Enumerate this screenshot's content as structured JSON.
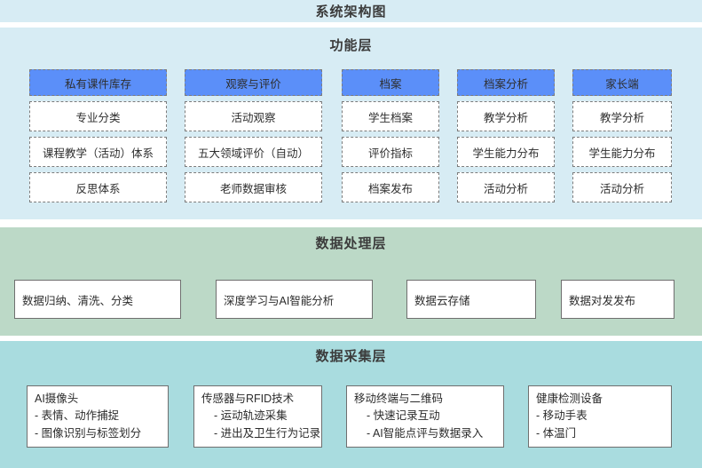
{
  "diagram": {
    "title": "系统架构图",
    "layers": [
      {
        "id": "function",
        "heading": "功能层",
        "background": "#d7ecf4",
        "header_color": "#5b8ff9",
        "columns": [
          {
            "header": "私有课件库存",
            "items": [
              "专业分类",
              "课程教学（活动）体系",
              "反思体系"
            ]
          },
          {
            "header": "观察与评价",
            "items": [
              "活动观察",
              "五大领域评价（自动）",
              "老师数据审核"
            ]
          },
          {
            "header": "档案",
            "items": [
              "学生档案",
              "评价指标",
              "档案发布"
            ]
          },
          {
            "header": "档案分析",
            "items": [
              "教学分析",
              "学生能力分布",
              "活动分析"
            ]
          },
          {
            "header": "家长端",
            "items": [
              "教学分析",
              "学生能力分布",
              "活动分析"
            ]
          }
        ]
      },
      {
        "id": "processing",
        "heading": "数据处理层",
        "background": "#bcd9c7",
        "boxes": [
          "数据归纳、清洗、分类",
          "深度学习与AI智能分析",
          "数据云存储",
          "数据对发发布"
        ]
      },
      {
        "id": "collection",
        "heading": "数据采集层",
        "background": "#a9dcdf",
        "boxes": [
          {
            "title": "AI摄像头",
            "lines": [
              "- 表情、动作捕捉",
              "- 图像识别与标签划分"
            ],
            "indent": false
          },
          {
            "title": "传感器与RFID技术",
            "lines": [
              "- 运动轨迹采集",
              "- 进出及卫生行为记录"
            ],
            "indent": true
          },
          {
            "title": "移动终端与二维码",
            "lines": [
              "- 快速记录互动",
              "- AI智能点评与数据录入"
            ],
            "indent": true
          },
          {
            "title": "健康检测设备",
            "lines": [
              "- 移动手表",
              "- 体温门"
            ],
            "indent": false
          }
        ]
      }
    ]
  }
}
